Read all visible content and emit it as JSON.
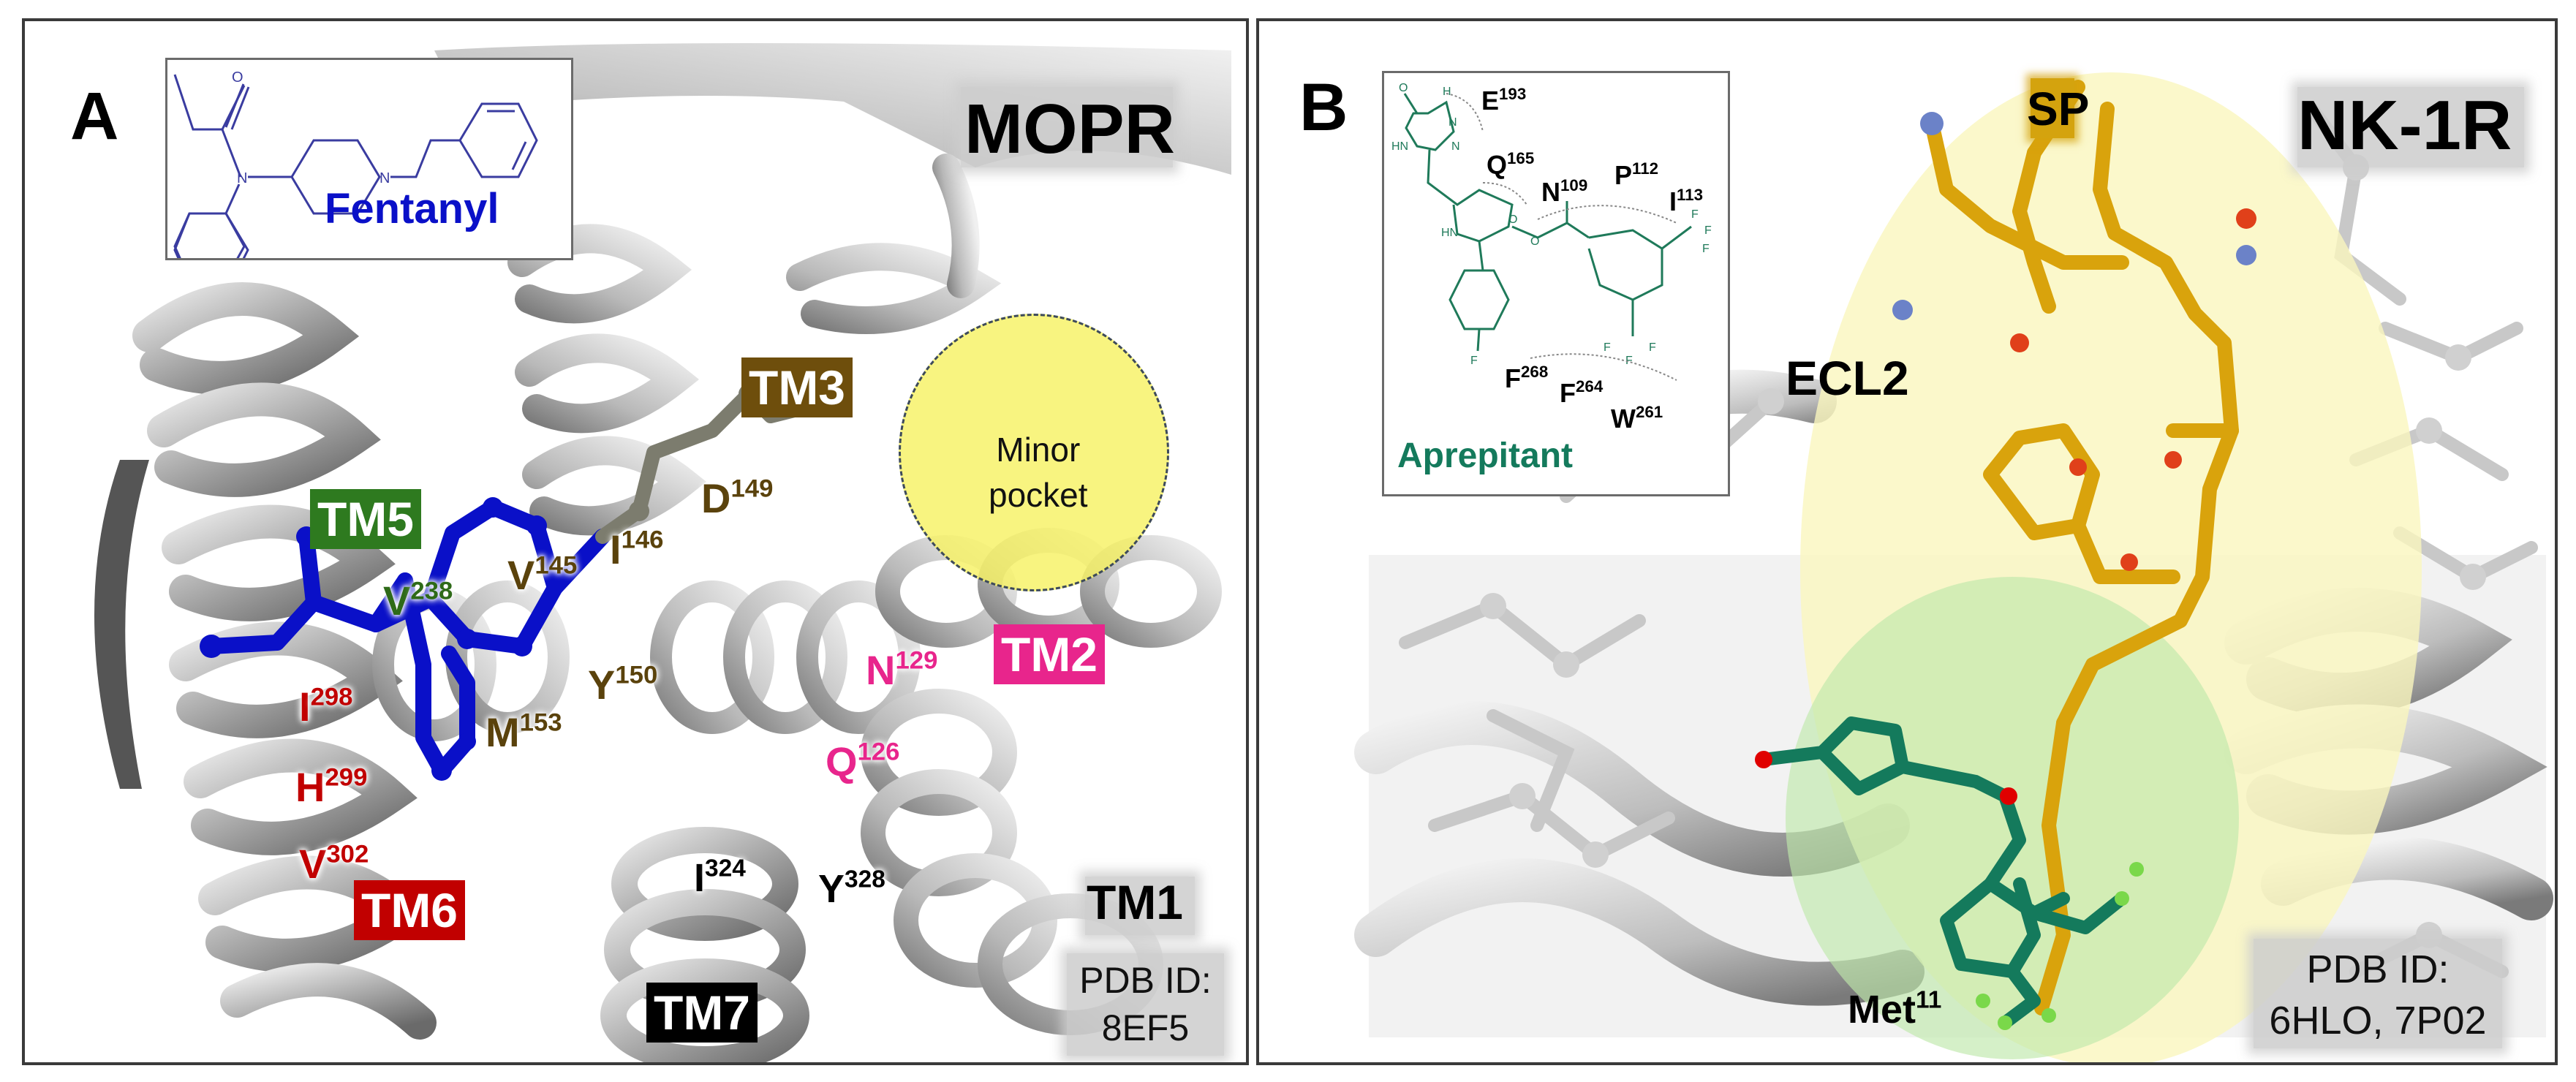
{
  "figure": {
    "panels": [
      {
        "letter": "A",
        "receptor": "MOPR",
        "ligand": "Fentanyl",
        "pocket_label_line1": "Minor",
        "pocket_label_line2": "pocket",
        "pdb_line1": "PDB ID:",
        "pdb_line2": "8EF5",
        "helices": {
          "tm1": "TM1",
          "tm2": "TM2",
          "tm3": "TM3",
          "tm5": "TM5",
          "tm6": "TM6",
          "tm7": "TM7"
        },
        "residues": [
          {
            "aa": "V",
            "num": "238",
            "group": "TM5"
          },
          {
            "aa": "V",
            "num": "145",
            "group": "TM3"
          },
          {
            "aa": "I",
            "num": "146",
            "group": "TM3"
          },
          {
            "aa": "D",
            "num": "149",
            "group": "TM3"
          },
          {
            "aa": "Y",
            "num": "150",
            "group": "TM3"
          },
          {
            "aa": "M",
            "num": "153",
            "group": "TM3"
          },
          {
            "aa": "N",
            "num": "129",
            "group": "TM2"
          },
          {
            "aa": "Q",
            "num": "126",
            "group": "TM2"
          },
          {
            "aa": "I",
            "num": "298",
            "group": "TM6"
          },
          {
            "aa": "H",
            "num": "299",
            "group": "TM6"
          },
          {
            "aa": "V",
            "num": "302",
            "group": "TM6"
          },
          {
            "aa": "I",
            "num": "324",
            "group": "TM7"
          },
          {
            "aa": "Y",
            "num": "328",
            "group": "TM7"
          }
        ],
        "colors": {
          "ligand": "#0a10c8",
          "tm2": "#e8258c",
          "tm3": "#6e4e0c",
          "tm5": "#2e7a1f",
          "tm6": "#c10000",
          "tm7": "#000000",
          "pocket": "#f7f27a"
        }
      },
      {
        "letter": "B",
        "receptor": "NK-1R",
        "ligand": "Aprepitant",
        "peptide": "SP",
        "loop": "ECL2",
        "met": {
          "aa": "Met",
          "num": "11"
        },
        "pdb_line1": "PDB ID:",
        "pdb_line2": "6HLO, 7P02",
        "residues": [
          {
            "aa": "E",
            "num": "193"
          },
          {
            "aa": "Q",
            "num": "165"
          },
          {
            "aa": "N",
            "num": "109"
          },
          {
            "aa": "P",
            "num": "112"
          },
          {
            "aa": "I",
            "num": "113"
          },
          {
            "aa": "F",
            "num": "268"
          },
          {
            "aa": "F",
            "num": "264"
          },
          {
            "aa": "W",
            "num": "261"
          }
        ],
        "atoms": {
          "O": "O",
          "N": "N",
          "HN": "HN",
          "H": "H",
          "F": "F"
        },
        "colors": {
          "ligand": "#147a5c",
          "peptide": "#d9a30c",
          "sp_oval": "#fbf8c4",
          "aprepitant_zone": "#cfeebb"
        }
      }
    ]
  }
}
